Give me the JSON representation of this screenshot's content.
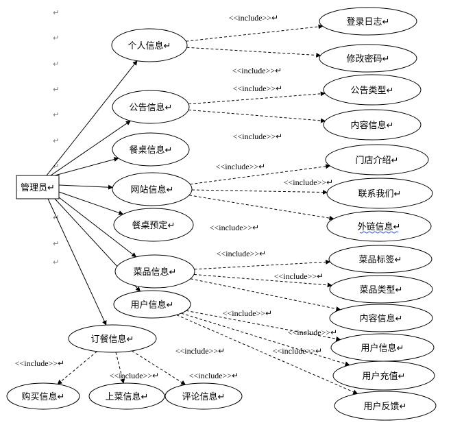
{
  "para_mark": "↵",
  "include_label": "<<include>>",
  "actor": {
    "label": "管理员"
  },
  "modules": [
    {
      "id": "personal",
      "label": "个人信息"
    },
    {
      "id": "notice",
      "label": "公告信息"
    },
    {
      "id": "table",
      "label": "餐桌信息"
    },
    {
      "id": "site",
      "label": "网站信息"
    },
    {
      "id": "reserve",
      "label": "餐桌预定"
    },
    {
      "id": "dish",
      "label": "菜品信息"
    },
    {
      "id": "user",
      "label": "用户信息"
    },
    {
      "id": "order",
      "label": "订餐信息"
    }
  ],
  "subs": [
    {
      "id": "login-log",
      "label": "登录日志",
      "parent": "personal"
    },
    {
      "id": "change-pwd",
      "label": "修改密码",
      "parent": "personal"
    },
    {
      "id": "notice-type",
      "label": "公告类型",
      "parent": "notice"
    },
    {
      "id": "notice-content",
      "label": "内容信息",
      "parent": "notice"
    },
    {
      "id": "store-intro",
      "label": "门店介绍",
      "parent": "site"
    },
    {
      "id": "contact-us",
      "label": "联系我们",
      "parent": "site"
    },
    {
      "id": "ext-links",
      "label": "外链信息",
      "parent": "site"
    },
    {
      "id": "dish-tag",
      "label": "菜品标签",
      "parent": "dish"
    },
    {
      "id": "dish-type",
      "label": "菜品类型",
      "parent": "dish"
    },
    {
      "id": "dish-content",
      "label": "内容信息",
      "parent": "dish"
    },
    {
      "id": "user-info",
      "label": "用户信息",
      "parent": "user"
    },
    {
      "id": "user-recharge",
      "label": "用户充值",
      "parent": "user"
    },
    {
      "id": "user-feedback",
      "label": "用户反馈",
      "parent": "user"
    },
    {
      "id": "buy-info",
      "label": "购买信息",
      "parent": "order"
    },
    {
      "id": "serve-info",
      "label": "上菜信息",
      "parent": "order"
    },
    {
      "id": "comment-info",
      "label": "评论信息",
      "parent": "order"
    }
  ]
}
